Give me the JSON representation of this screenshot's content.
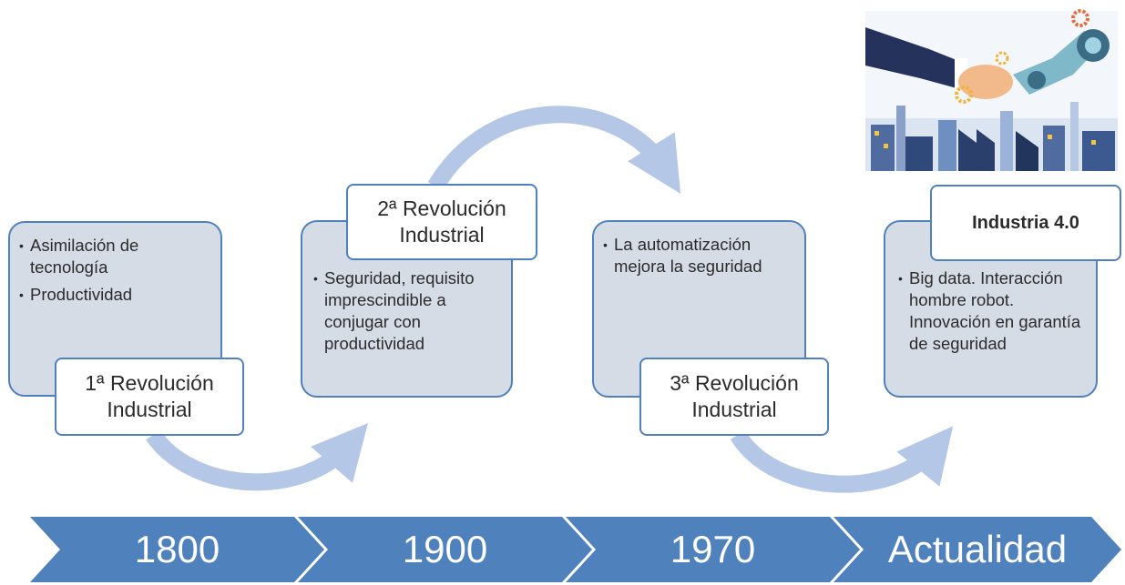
{
  "colors": {
    "accent": "#4f81bd",
    "card_fill": "#d6dce6",
    "arrow": "#b4c7e7",
    "timeline": "#4f81bd"
  },
  "stages": [
    {
      "title": "1ª Revolución\nIndustrial",
      "bullets": [
        "Asimilación de tecnología",
        "Productividad"
      ]
    },
    {
      "title": "2ª Revolución\nIndustrial",
      "bullets": [
        "Seguridad, requisito imprescindible a conjugar con productividad"
      ]
    },
    {
      "title": "3ª Revolución\nIndustrial",
      "bullets": [
        "La automatización mejora la seguridad"
      ]
    },
    {
      "title": "Industria 4.0",
      "bullets": [
        "Big data. Interacción hombre robot. Innovación en garantía de seguridad"
      ]
    }
  ],
  "timeline": [
    "1800",
    "1900",
    "1970",
    "Actualidad"
  ],
  "image": {
    "icon": "handshake-human-robot-industry-illustration"
  }
}
